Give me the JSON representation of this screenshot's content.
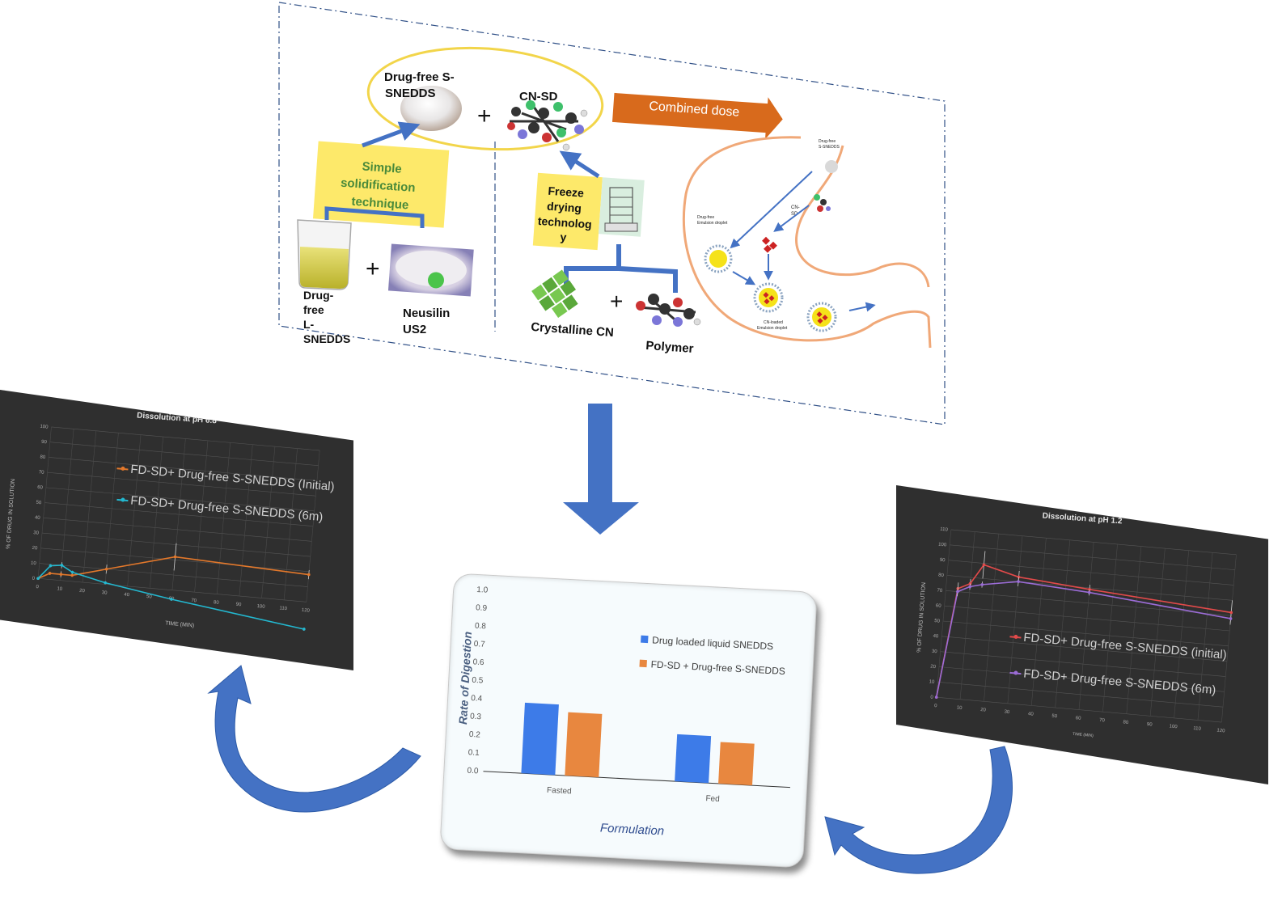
{
  "top": {
    "drug_free_s_snedds": "Drug-free S-SNEDDS",
    "cn_sd": "CN-SD",
    "plus": "+",
    "combined_dose": "Combined dose",
    "simple_solidification": [
      "Simple",
      "solidification",
      "technique"
    ],
    "freeze_drying": [
      "Freeze",
      "drying",
      "technolog",
      "y"
    ],
    "drug_free_l_snedds": [
      "Drug-",
      "free",
      "L-",
      "SNEDDS"
    ],
    "neusilin": [
      "Neusilin",
      "US2"
    ],
    "crystalline_cn": "Crystalline CN",
    "polymer": "Polymer",
    "stomach_labels": {
      "drug_free_s_snedds": [
        "Drug-free",
        "S-SNEDDS"
      ],
      "cn_sd": [
        "CN-",
        "SD"
      ],
      "drug_free_emulsion": [
        "Drug-free",
        "Emulsion droplet"
      ],
      "cn_loaded_emulsion": [
        "CN-loaded",
        "Emulsion droplet"
      ]
    },
    "colors": {
      "ellipse": "#f2d54a",
      "arrow_blue": "#4472c4",
      "combined_arrow": "#d86a1c",
      "yellow_box": "#fde96a",
      "stomach": "#f0a878"
    }
  },
  "left_chart": {
    "title": "Dissolution at pH 6.8",
    "ylabel": "% OF DRUG IN SOLUTION",
    "xlabel": "TIME (MIN)",
    "legend": [
      "FD-SD+ Drug-free S-SNEDDS (Initial)",
      "FD-SD+ Drug-free S-SNEDDS (6m)"
    ],
    "colors": [
      "#e3782b",
      "#23b8d0"
    ]
  },
  "right_chart": {
    "title": "Dissolution at pH 1.2",
    "ylabel": "% OF DRUG IN SOLUTION",
    "xlabel": "TIME (MIN)",
    "legend": [
      "FD-SD+ Drug-free S-SNEDDS (initial)",
      "FD-SD+ Drug-free S-SNEDDS (6m)"
    ],
    "colors": [
      "#e24a4a",
      "#9b6cd6"
    ]
  },
  "center_chart": {
    "ylabel": "Rate of Digestion",
    "xlabel": "Formulation",
    "legend": [
      "Drug loaded liquid SNEDDS",
      "FD-SD + Drug-free S-SNEDDS"
    ],
    "colors": [
      "#3d7be8",
      "#e8873f"
    ]
  },
  "chart_data": [
    {
      "type": "line",
      "title": "Dissolution at pH 6.8",
      "xlabel": "TIME (MIN)",
      "ylabel": "% OF DRUG IN SOLUTION",
      "xlim": [
        0,
        120
      ],
      "ylim": [
        0,
        100
      ],
      "xticks": [
        0,
        10,
        20,
        30,
        40,
        50,
        60,
        70,
        80,
        90,
        100,
        110,
        120
      ],
      "yticks": [
        0,
        10,
        20,
        30,
        40,
        50,
        60,
        70,
        80,
        90,
        100
      ],
      "grid": true,
      "legend_position": "upper-middle",
      "series": [
        {
          "name": "FD-SD+ Drug-free S-SNEDDS (Initial)",
          "x": [
            0,
            5,
            10,
            15,
            30,
            60,
            120
          ],
          "y": [
            0,
            4,
            4,
            4,
            10,
            22,
            18
          ],
          "err": [
            0,
            1,
            2,
            1,
            3,
            9,
            3
          ]
        },
        {
          "name": "FD-SD+ Drug-free S-SNEDDS (6m)",
          "x": [
            0,
            5,
            10,
            15,
            30,
            60,
            120
          ],
          "y": [
            0,
            9,
            10,
            6,
            1,
            -6,
            -18
          ],
          "err": [
            0,
            1,
            2,
            1,
            1,
            1,
            1
          ]
        }
      ]
    },
    {
      "type": "line",
      "title": "Dissolution at pH 1.2",
      "xlabel": "TIME (MIN)",
      "ylabel": "% OF DRUG IN SOLUTION",
      "xlim": [
        0,
        120
      ],
      "ylim": [
        0,
        110
      ],
      "xticks": [
        0,
        10,
        20,
        30,
        40,
        50,
        60,
        70,
        80,
        90,
        100,
        110,
        120
      ],
      "yticks": [
        0,
        10,
        20,
        30,
        40,
        50,
        60,
        70,
        80,
        90,
        100,
        110
      ],
      "grid": true,
      "legend_position": "lower-right",
      "series": [
        {
          "name": "FD-SD+ Drug-free S-SNEDDS (initial)",
          "x": [
            0,
            5,
            10,
            15,
            30,
            60,
            120
          ],
          "y": [
            0,
            72,
            76,
            89,
            83,
            79,
            72
          ],
          "err": [
            0,
            4,
            3,
            9,
            4,
            3,
            8
          ]
        },
        {
          "name": "FD-SD+ Drug-free S-SNEDDS (6m)",
          "x": [
            0,
            5,
            10,
            15,
            30,
            60,
            120
          ],
          "y": [
            0,
            70,
            74,
            76,
            80,
            77,
            68
          ],
          "err": [
            0,
            3,
            2,
            2,
            3,
            2,
            3
          ]
        }
      ]
    },
    {
      "type": "bar",
      "xlabel": "Formulation",
      "ylabel": "Rate of Digestion",
      "categories": [
        "Fasted",
        "Fed"
      ],
      "ylim": [
        0,
        1.0
      ],
      "yticks": [
        "0.0",
        "0.1",
        "0.2",
        "0.3",
        "0.4",
        "0.5",
        "0.6",
        "0.7",
        "0.8",
        "0.9",
        "1.0"
      ],
      "grid": false,
      "legend_position": "top-right",
      "series": [
        {
          "name": "Drug loaded liquid SNEDDS",
          "values": [
            0.39,
            0.26
          ]
        },
        {
          "name": "FD-SD + Drug-free S-SNEDDS",
          "values": [
            0.35,
            0.23
          ]
        }
      ]
    }
  ]
}
